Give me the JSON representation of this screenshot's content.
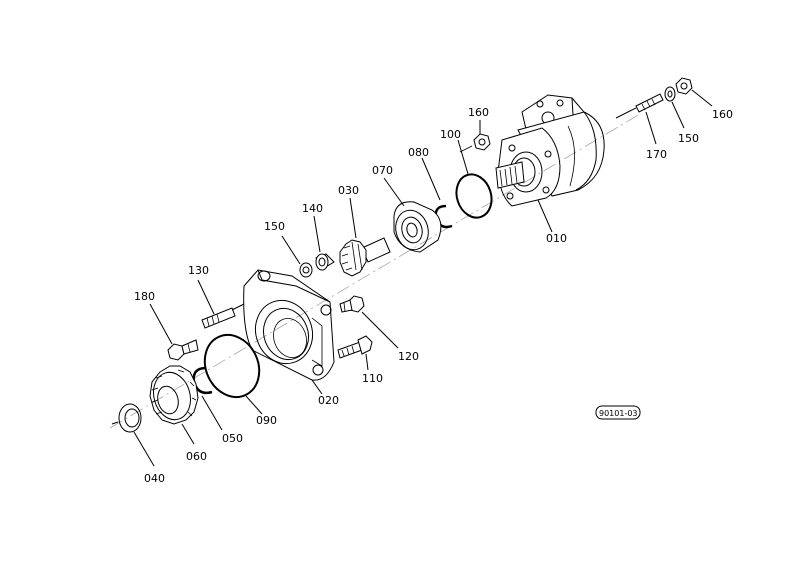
{
  "labels": {
    "p010": "010",
    "p020": "020",
    "p030": "030",
    "p040": "040",
    "p050": "050",
    "p060": "060",
    "p070": "070",
    "p080": "080",
    "p090": "090",
    "p100": "100",
    "p110": "110",
    "p120": "120",
    "p130": "130",
    "p140": "140",
    "p150a": "150",
    "p150b": "150",
    "p160a": "160",
    "p160b": "160",
    "p170": "170",
    "p180": "180"
  },
  "drawing_code": "90101-03"
}
